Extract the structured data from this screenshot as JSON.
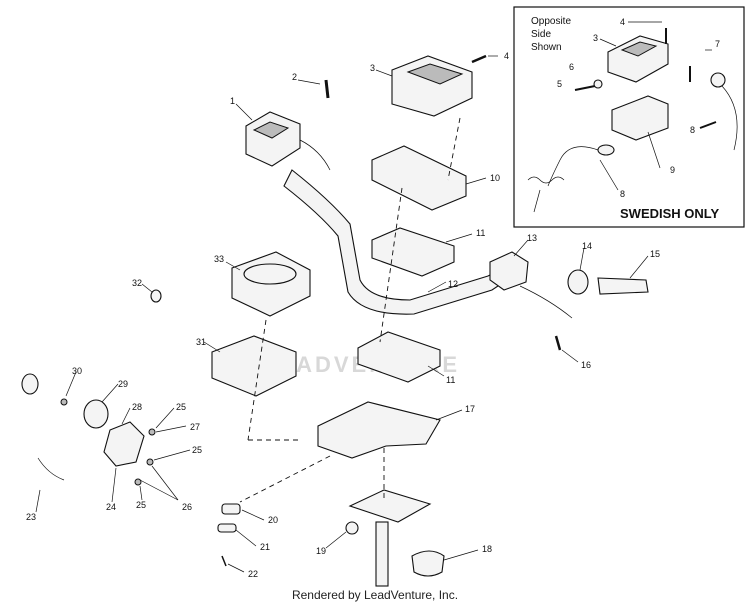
{
  "watermark": "LEADVENTURE",
  "inset": {
    "note_lines": [
      "Opposite",
      "Side",
      "Shown"
    ],
    "badge": "SWEDISH ONLY",
    "callouts": [
      "4",
      "3",
      "7",
      "6",
      "5",
      "8",
      "9",
      "8"
    ]
  },
  "callouts": [
    "1",
    "2",
    "3",
    "4",
    "10",
    "11",
    "12",
    "13",
    "14",
    "15",
    "16",
    "11",
    "17",
    "18",
    "19",
    "20",
    "21",
    "22",
    "23",
    "24",
    "25",
    "26",
    "25",
    "27",
    "25",
    "28",
    "29",
    "30",
    "31",
    "32",
    "33"
  ],
  "footer": "Rendered by LeadVenture, Inc."
}
